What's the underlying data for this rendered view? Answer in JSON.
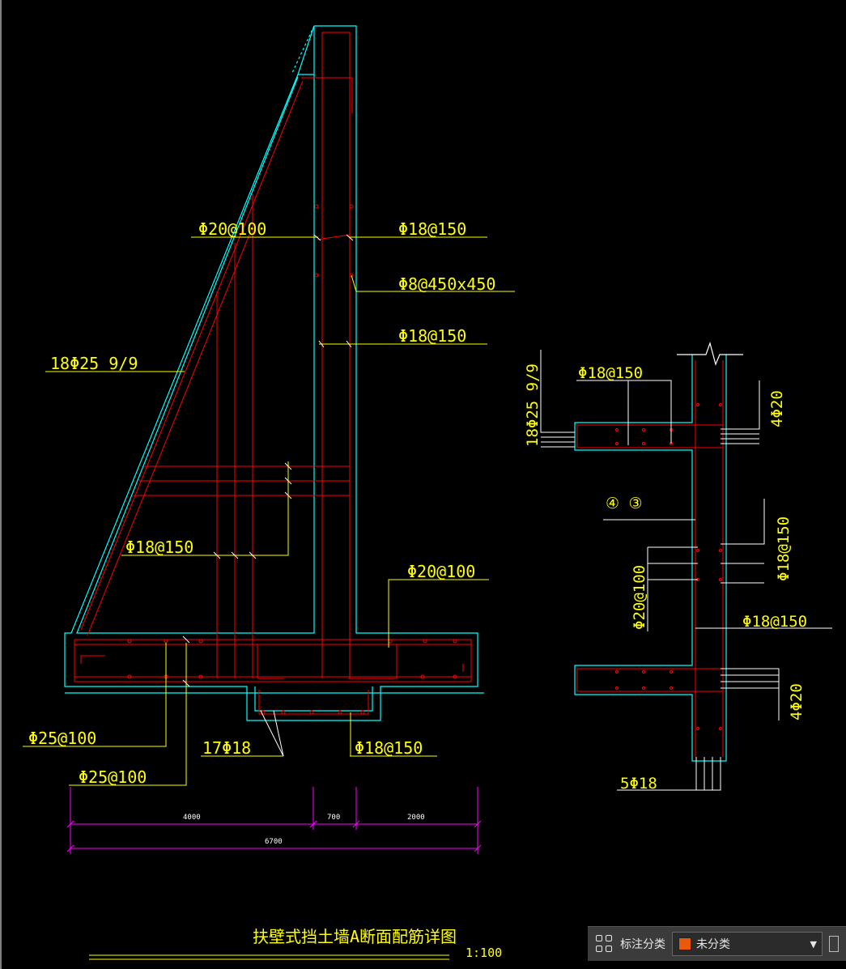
{
  "drawing": {
    "title": "扶壁式挡土墙A断面配筋详图",
    "scale": "1:100",
    "main_labels": {
      "phi20_100_top": "Φ20@100",
      "phi18_150_top": "Φ18@150",
      "phi8": "Φ8@450x450",
      "phi18_150_mid": "Φ18@150",
      "rebar_18phi25": "18Φ25 9/9",
      "phi18_150_rib": "Φ18@150",
      "phi20_100_heel": "Φ20@100",
      "phi25_100_a": "Φ25@100",
      "phi25_100_b": "Φ25@100",
      "bars_17phi18": "17Φ18",
      "phi18_150_key": "Φ18@150"
    },
    "dimensions": {
      "d1": "4000",
      "d2": "700",
      "d3": "2000",
      "total": "6700"
    },
    "side_labels": {
      "phi18_150_a": "Φ18@150",
      "rebar_18phi25": "18Φ25 9/9",
      "four_phi20_top": "4Φ20",
      "marks": "④ ③",
      "phi18_150_vert": "Φ18@150",
      "phi20_100_vert": "Φ20@100",
      "phi18_150_b": "Φ18@150",
      "four_phi20_bot": "4Φ20",
      "five_phi18": "5Φ18"
    }
  },
  "annotation_bar": {
    "label": "标注分类",
    "selected": "未分类",
    "swatch_color": "#e8590c"
  },
  "colors": {
    "cyan": "#00ffff",
    "red": "#ff0000",
    "yellow": "#ffff00",
    "white": "#ffffff",
    "magenta": "#ff00ff"
  }
}
